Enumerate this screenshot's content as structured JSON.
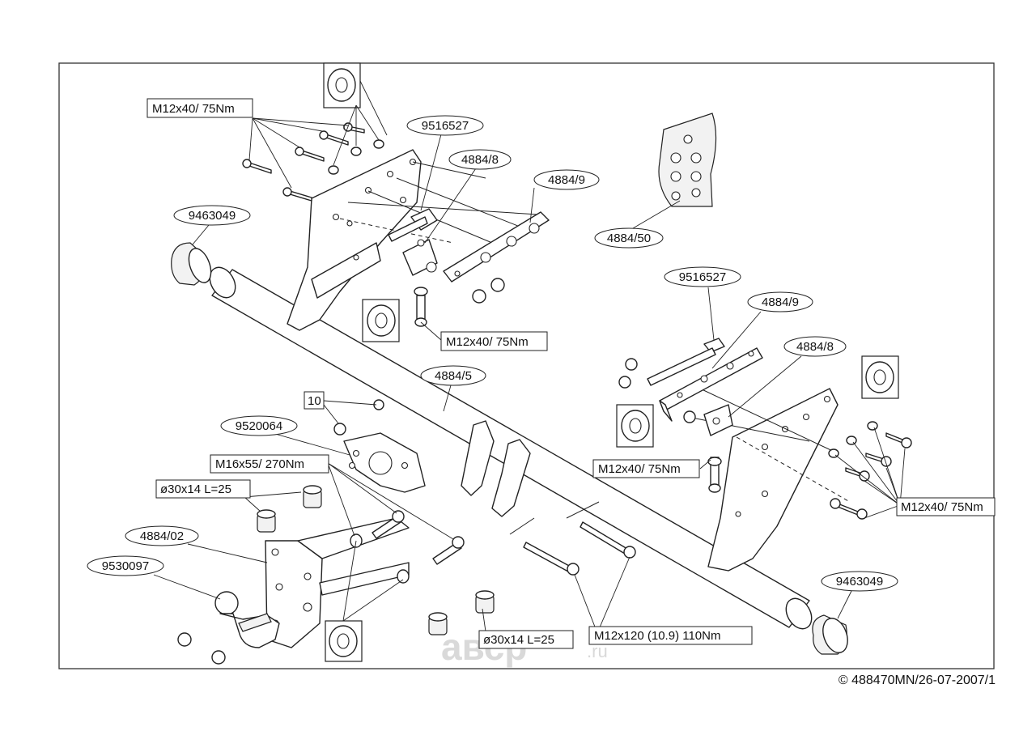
{
  "labels": {
    "bolt_top_left": "M12x40/ 75Nm",
    "part_9516527_top": "9516527",
    "part_4884_8_top": "4884/8",
    "part_4884_9_top": "4884/9",
    "part_9463049_left": "9463049",
    "part_4884_50": "4884/50",
    "bolt_top_center": "M12x40/ 75Nm",
    "part_9516527_right": "9516527",
    "part_4884_9_right": "4884/9",
    "part_4884_8_right": "4884/8",
    "part_4884_5": "4884/5",
    "spacer_10": "10",
    "part_9520064": "9520064",
    "bolt_m16": "M16x55/ 270Nm",
    "bolt_center_right": "M12x40/ 75Nm",
    "bolt_right": "M12x40/ 75Nm",
    "spacer_top": "ø30x14 L=25",
    "part_4884_02": "4884/02",
    "part_9530097": "9530097",
    "spacer_bottom": "ø30x14 L=25",
    "bolt_long": "M12x120 (10.9) 110Nm",
    "part_9463049_right": "9463049"
  },
  "watermark": {
    "main": "авср",
    "suffix": ".ru"
  },
  "copyright": {
    "symbol": "©",
    "code": "488470MN/26-07-2007/1"
  }
}
